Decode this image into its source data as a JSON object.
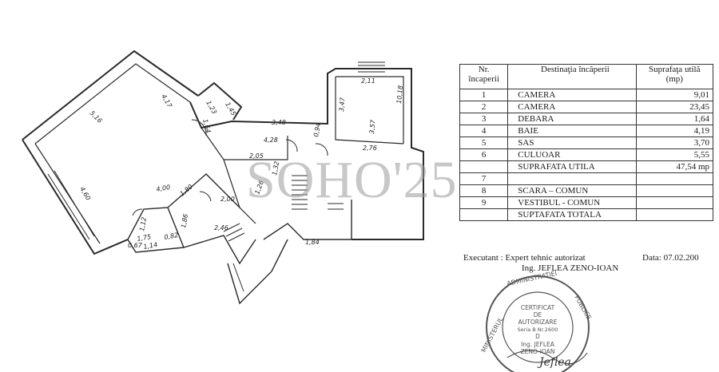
{
  "watermark": "SOHO'25",
  "dimensions": [
    "5,16",
    "4,17",
    "4,60",
    "4,00",
    "1,23",
    "1,45",
    "1,64",
    "3,48",
    "4,28",
    "2,05",
    "1,80",
    "2,00",
    "1,26",
    "0,94",
    "2,11",
    "3,47",
    "3,57",
    "2,76",
    "10,18",
    "1,32",
    "1,12",
    "1,75",
    "0,82",
    "0,67",
    "1,14",
    "2,46",
    "1,84",
    "1,86"
  ],
  "table": {
    "headers": [
      "Nr. încaperii",
      "Destinaţia încăperii",
      "Suprafaţa utilă (mp)"
    ],
    "rows": [
      {
        "nr": "1",
        "dest": "CAMERA",
        "area": "9,01"
      },
      {
        "nr": "2",
        "dest": "CAMERA",
        "area": "23,45"
      },
      {
        "nr": "3",
        "dest": "DEBARA",
        "area": "1,64"
      },
      {
        "nr": "4",
        "dest": "BAIE",
        "area": "4,19"
      },
      {
        "nr": "5",
        "dest": "SAS",
        "area": "3,70"
      },
      {
        "nr": "6",
        "dest": "CULUOAR",
        "area": "5,55"
      }
    ],
    "useful_total": {
      "label": "SUPRAFATA UTILA",
      "area": "47,54 mp"
    },
    "common_rows": [
      {
        "nr": "7",
        "dest": "",
        "area": ""
      },
      {
        "nr": "8",
        "dest": "SCARA – COMUN",
        "area": ""
      },
      {
        "nr": "9",
        "dest": "VESTIBUL - COMUN",
        "area": ""
      }
    ],
    "grand_total": {
      "label": "SUPTAFATA TOTALA",
      "area": ""
    }
  },
  "executant": {
    "label": "Executant :",
    "role": "Expert tehnic autorizat",
    "name": "Ing. JEFLEA ZENO-IOAN",
    "date_label": "Data:",
    "date": "07.02.200"
  },
  "stamp": {
    "ring_left": "MINISTERUL",
    "ring_top": "ADMINISTRATIEI",
    "ring_right": "PUBLICE",
    "l1": "CERTIFICAT",
    "l2": "DE",
    "l3": "AUTORIZARE",
    "l4": "Seria B Nr.2600",
    "l5": "D",
    "l6": "Ing. JEFLEA",
    "l7": "ZENO-IOAN",
    "signature": "Jeflea"
  }
}
